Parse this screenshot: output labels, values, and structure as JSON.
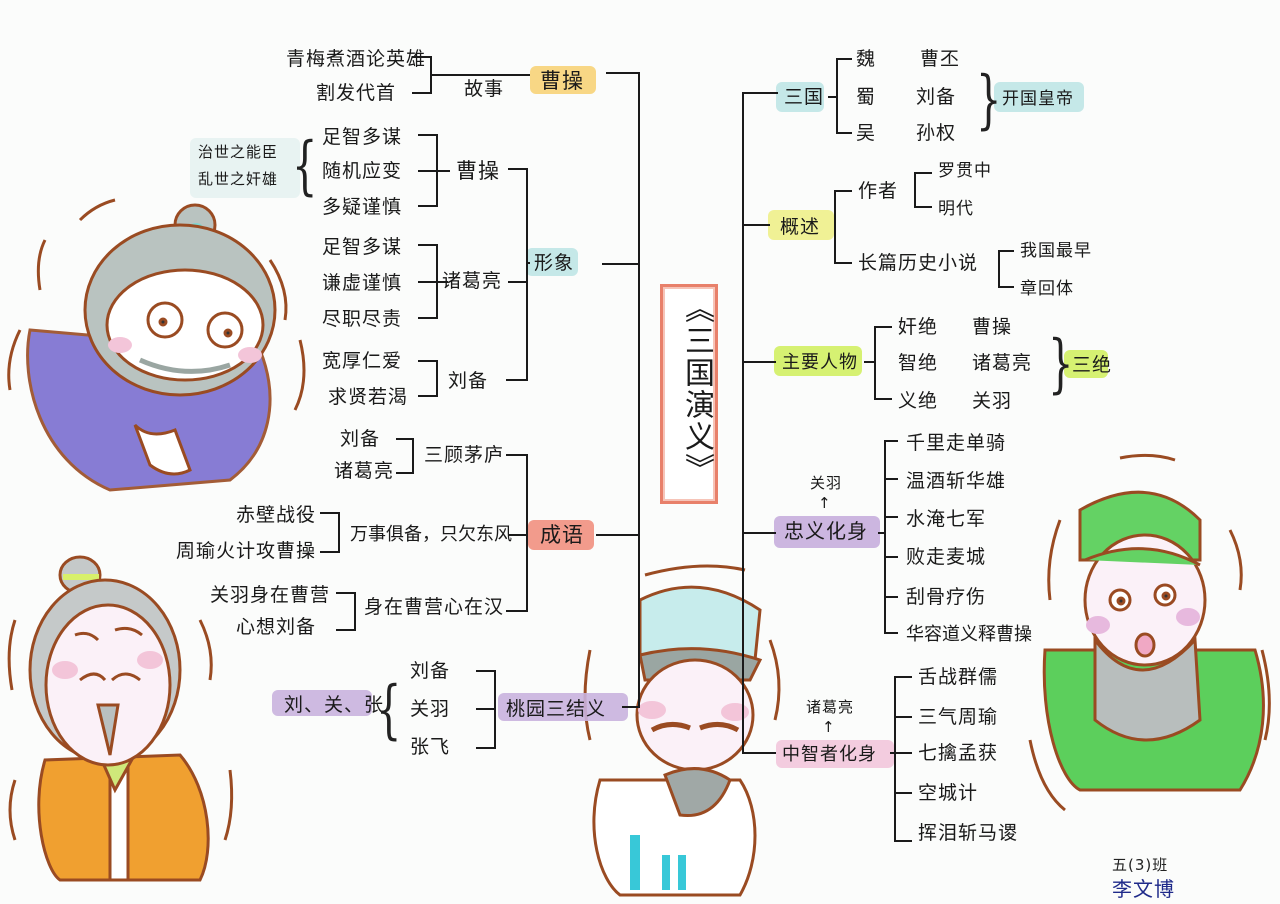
{
  "title": "《三国演义》",
  "colors": {
    "ink": "#1a1a1a",
    "title_border": "#e8806a",
    "hl_yellow_orange": "#f7d070",
    "hl_teal": "#bfe6e6",
    "hl_red": "#f08a78",
    "hl_purple": "#c9b2de",
    "hl_lime": "#d4f06a",
    "hl_yellow": "#eef08a",
    "hl_pink": "#f2c6dc",
    "outline_brown": "#9a4b22"
  },
  "left": {
    "stories": {
      "label": "故事",
      "node": "曹操",
      "items": [
        "青梅煮酒论英雄",
        "割发代首"
      ]
    },
    "image": {
      "label": "形象",
      "caocao": {
        "name": "曹操",
        "traits": [
          "足智多谋",
          "随机应变",
          "多疑谨慎"
        ],
        "note": [
          "治世之能臣",
          "乱世之奸雄"
        ]
      },
      "zhugeliang": {
        "name": "诸葛亮",
        "traits": [
          "足智多谋",
          "谦虚谨慎",
          "尽职尽责"
        ]
      },
      "liubei": {
        "name": "刘备",
        "traits": [
          "宽厚仁爱",
          "求贤若渴"
        ]
      }
    },
    "idioms": {
      "label": "成语",
      "items": [
        {
          "idiom": "三顾茅庐",
          "sources": [
            "刘备",
            "诸葛亮"
          ]
        },
        {
          "idiom": "万事俱备，只欠东风",
          "sources": [
            "赤壁战役",
            "周瑜火计攻曹操"
          ]
        },
        {
          "idiom": "身在曹营心在汉",
          "sources": [
            "关羽身在曹营",
            "心想刘备"
          ]
        }
      ]
    },
    "oath": {
      "label": "桃园三结义",
      "members": [
        "刘备",
        "关羽",
        "张飞"
      ],
      "summary": "刘、关、张"
    }
  },
  "right": {
    "three_kingdoms": {
      "label": "三国",
      "rows": [
        {
          "kingdom": "魏",
          "emperor": "曹丕"
        },
        {
          "kingdom": "蜀",
          "emperor": "刘备"
        },
        {
          "kingdom": "吴",
          "emperor": "孙权"
        }
      ],
      "summary": "开国皇帝"
    },
    "overview": {
      "label": "概述",
      "author_label": "作者",
      "author": [
        "罗贯中",
        "明代"
      ],
      "genre_label": "长篇历史小说",
      "genre": [
        "我国最早",
        "章回体"
      ]
    },
    "characters": {
      "label": "主要人物",
      "rows": [
        {
          "title": "奸绝",
          "name": "曹操"
        },
        {
          "title": "智绝",
          "name": "诸葛亮"
        },
        {
          "title": "义绝",
          "name": "关羽"
        }
      ],
      "summary": "三绝"
    },
    "loyalty": {
      "label": "忠义化身",
      "person": "关羽",
      "items": [
        "千里走单骑",
        "温酒斩华雄",
        "水淹七军",
        "败走麦城",
        "刮骨疗伤",
        "华容道义释曹操"
      ]
    },
    "wisdom": {
      "label": "中智者化身",
      "person": "诸葛亮",
      "items": [
        "舌战群儒",
        "三气周瑜",
        "七擒孟获",
        "空城计",
        "挥泪斩马谡"
      ]
    }
  },
  "signature": {
    "class": "五(3)班",
    "name": "李文博"
  },
  "illustrations": [
    {
      "name": "caocao-figure",
      "robe": "#7b6fd0"
    },
    {
      "name": "liubei-figure",
      "robe": "#f0a030"
    },
    {
      "name": "zhugeliang-figure",
      "hat": "#bfe6e6"
    },
    {
      "name": "guanyu-figure",
      "robe": "#5ccf5c"
    }
  ],
  "arrow_glyph": "↑"
}
